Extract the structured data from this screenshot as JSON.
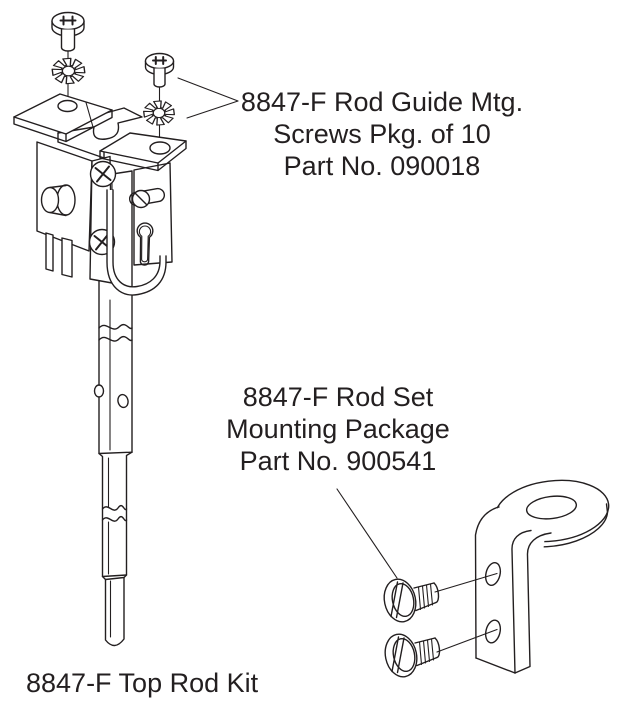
{
  "page": {
    "background": "#ffffff",
    "line_color": "#231f20",
    "text_color": "#231f20"
  },
  "labels": {
    "rod_guide_screws": {
      "line1": "8847-F Rod Guide Mtg.",
      "line2": "Screws Pkg. of 10",
      "line3": "Part No. 090018"
    },
    "rod_set_mounting": {
      "line1": "8847-F Rod Set",
      "line2": "Mounting Package",
      "line3": "Part No. 900541"
    },
    "kit_name": "8847-F Top Rod Kit"
  }
}
